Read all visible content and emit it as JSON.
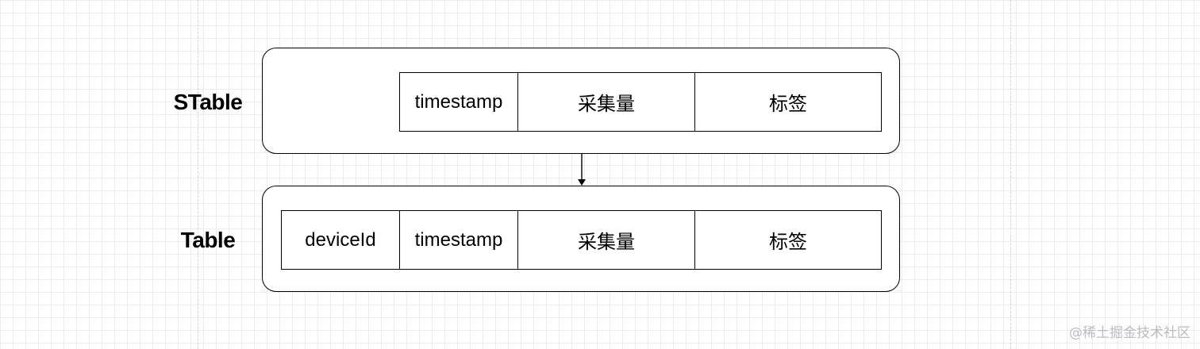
{
  "stable": {
    "label": "STable",
    "columns": [
      "timestamp",
      "采集量",
      "标签"
    ]
  },
  "table": {
    "label": "Table",
    "columns": [
      "deviceId",
      "timestamp",
      "采集量",
      "标签"
    ]
  },
  "watermark": "@稀土掘金技术社区"
}
